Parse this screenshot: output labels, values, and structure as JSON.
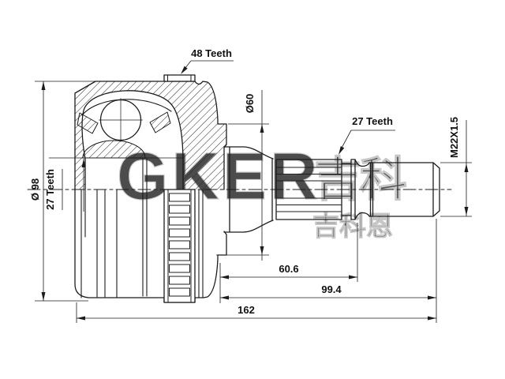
{
  "drawing": {
    "labels": {
      "teeth_48": "48 Teeth",
      "teeth_27_inner": "27 Teeth",
      "teeth_27_shaft": "27 Teeth"
    },
    "dimensions": {
      "outer_diameter": "Ø 98",
      "joint_diameter": "Ø60",
      "thread_spec": "M22X1.5",
      "spline_length": "60.6",
      "shaft_length": "99.4",
      "total_length": "162"
    },
    "watermark": {
      "brand": "GKER",
      "brand_mark": "吉科",
      "subtext": "吉科恩"
    },
    "colors": {
      "line": "#1c1c1c",
      "watermark_fill": "#d9d9d9",
      "background": "#ffffff"
    }
  }
}
